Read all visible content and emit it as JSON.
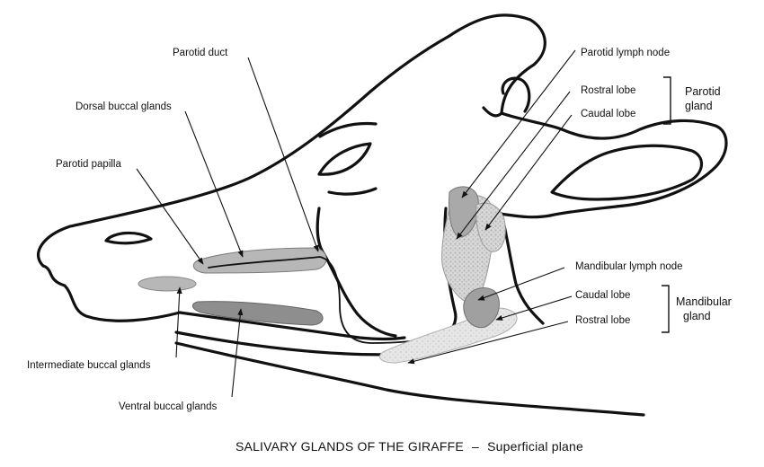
{
  "caption": {
    "main": "SALIVARY GLANDS OF THE GIRAFFE",
    "dash": "–",
    "sub": "Superficial plane"
  },
  "labels": {
    "parotid_duct": "Parotid duct",
    "dorsal_buccal_glands": "Dorsal buccal glands",
    "parotid_papilla": "Parotid papilla",
    "intermediate_buccal_glands": "Intermediate buccal glands",
    "ventral_buccal_glands": "Ventral buccal glands",
    "parotid_lymph_node": "Parotid lymph node",
    "parotid_rostral_lobe": "Rostral lobe",
    "parotid_caudal_lobe": "Caudal lobe",
    "mandibular_lymph_node": "Mandibular lymph node",
    "mandibular_caudal_lobe": "Caudal lobe",
    "mandibular_rostral_lobe": "Rostral lobe"
  },
  "groups": {
    "parotid": [
      "Parotid",
      "gland"
    ],
    "mandibular": [
      "Mandibular",
      "gland"
    ]
  },
  "colors": {
    "outline": "#111111",
    "gland_fill": "#c9c9c9",
    "gland_dark": "#8e8e8e",
    "node_fill": "#a9a9a9",
    "background": "#ffffff"
  }
}
